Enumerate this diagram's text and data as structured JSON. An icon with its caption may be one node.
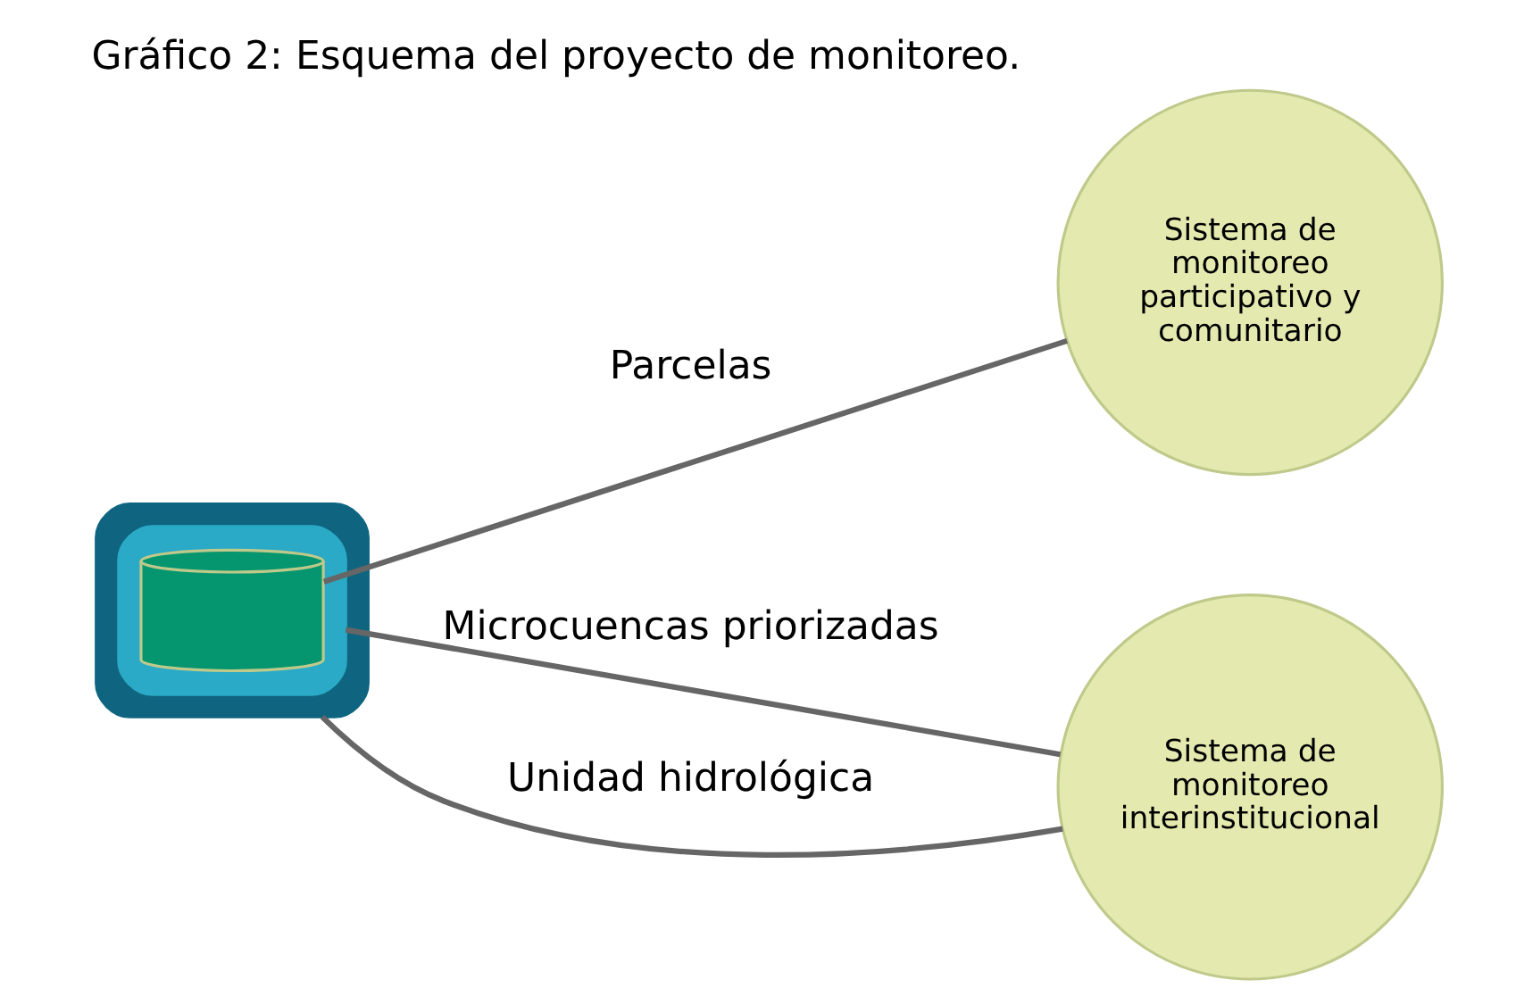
{
  "diagram": {
    "title": "Gráfico 2: Esquema del proyecto de monitoreo.",
    "nodes": [
      {
        "text": [],
        "shape": "cylinder"
      },
      {
        "text": [],
        "shape": "cylinder",
        "in": 0
      },
      {
        "text": [],
        "shape": "cylinder",
        "in": 1
      },
      {
        "text": [
          "Sistema de monitoreo participativo y comunitario"
        ]
      },
      {
        "text": [
          "Sistema de monitoreo interinstitucional"
        ]
      }
    ],
    "edges": [
      {
        "from": 2,
        "to": 3,
        "arrow": "none",
        "label": "Parcelas"
      },
      {
        "from": 1,
        "to": 4,
        "arrow": "none",
        "label": "Microcuencas priorizadas"
      },
      {
        "from": 0,
        "to": 4,
        "arrow": "none",
        "label": "Unidad hidrológica"
      }
    ]
  }
}
